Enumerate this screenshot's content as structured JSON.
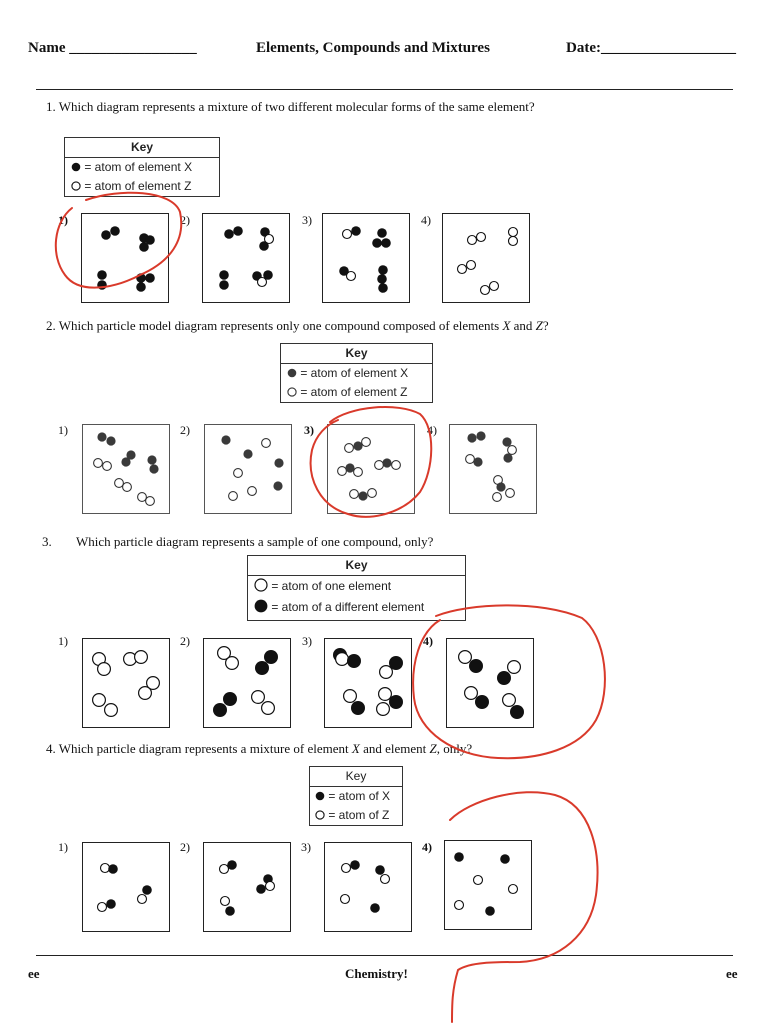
{
  "header": {
    "name_label": "Name _________________",
    "title": "Elements, Compounds and Mixtures",
    "date_label": "Date:__________________"
  },
  "questions": [
    {
      "number": "1.",
      "text": "Which diagram represents a mixture of two different molecular forms of the same element?",
      "key": {
        "title": "Key",
        "rows": [
          {
            "marker": "black",
            "text": "= atom of element X"
          },
          {
            "marker": "white",
            "text": "= atom of element Z"
          }
        ]
      },
      "options": [
        "1)",
        "2)",
        "3)",
        "4)"
      ],
      "circled": "1)"
    },
    {
      "number": "2.",
      "text_a": "Which particle model diagram represents only one compound composed of elements ",
      "var1": "X",
      "text_b": " and ",
      "var2": "Z",
      "text_c": "?",
      "key": {
        "title": "Key",
        "rows": [
          {
            "marker": "gray",
            "text": "= atom of element X"
          },
          {
            "marker": "white",
            "text": "= atom of element Z"
          }
        ]
      },
      "options": [
        "1)",
        "2)",
        "3)",
        "4)"
      ],
      "circled": "3)"
    },
    {
      "number": "3.",
      "text": "Which particle diagram represents a sample of one compound, only?",
      "key": {
        "title": "Key",
        "rows": [
          {
            "marker": "white",
            "text": "= atom of one element"
          },
          {
            "marker": "black",
            "text": "= atom of a different element"
          }
        ]
      },
      "options": [
        "1)",
        "2)",
        "3)",
        "4)"
      ],
      "circled": "4)"
    },
    {
      "number": "4.",
      "text_a": "Which particle diagram represents a mixture of element ",
      "var1": "X",
      "text_b": " and element ",
      "var2": "Z",
      "text_c": ", only?",
      "key": {
        "title": "Key",
        "rows": [
          {
            "marker": "black",
            "text": "= atom of X"
          },
          {
            "marker": "white",
            "text": "= atom of Z"
          }
        ]
      },
      "options": [
        "1)",
        "2)",
        "3)",
        "4)"
      ],
      "circled": "4)"
    }
  ],
  "footer": {
    "left": "ee",
    "center": "Chemistry!",
    "right": "ee"
  },
  "colors": {
    "ink": "#111111",
    "gray_atom": "#3a3a3a",
    "annotation_red": "#d93a2b"
  }
}
